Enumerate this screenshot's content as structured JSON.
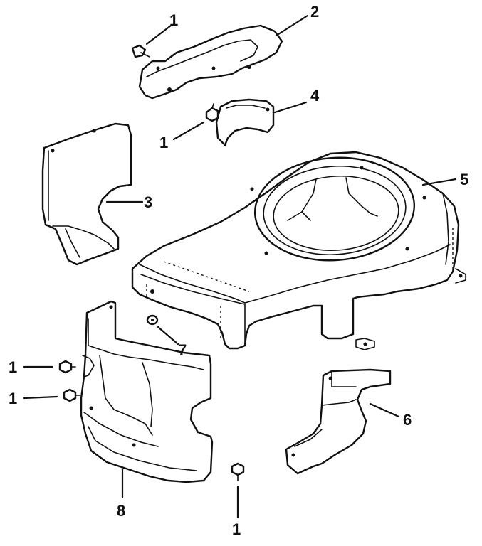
{
  "callouts": {
    "c1a": "1",
    "c2": "2",
    "c1b": "1",
    "c4": "4",
    "c3": "3",
    "c5": "5",
    "c7": "7",
    "c1c": "1",
    "c1d": "1",
    "c6": "6",
    "c8": "8",
    "c1e": "1"
  }
}
